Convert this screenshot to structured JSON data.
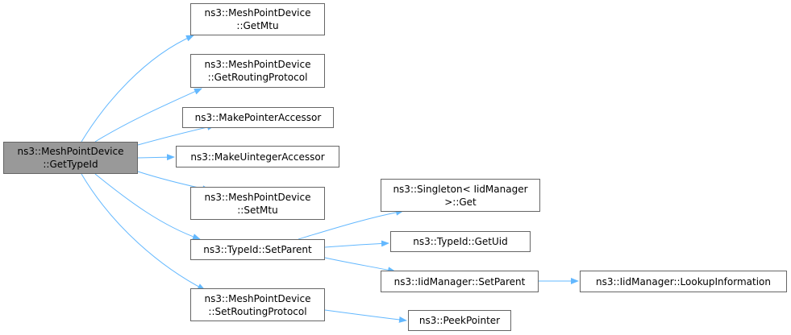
{
  "graph": {
    "colors": {
      "edge": "#63b8ff",
      "node_border": "#666666",
      "root_fill": "#999999"
    },
    "nodes": [
      {
        "id": "root",
        "lines": [
          "ns3::MeshPointDevice",
          "::GetTypeId"
        ],
        "root": true
      },
      {
        "id": "getmtu",
        "lines": [
          "ns3::MeshPointDevice",
          "::GetMtu"
        ]
      },
      {
        "id": "getrouting",
        "lines": [
          "ns3::MeshPointDevice",
          "::GetRoutingProtocol"
        ]
      },
      {
        "id": "makeptr",
        "lines": [
          "ns3::MakePointerAccessor"
        ]
      },
      {
        "id": "makeuint",
        "lines": [
          "ns3::MakeUintegerAccessor"
        ]
      },
      {
        "id": "setmtu",
        "lines": [
          "ns3::MeshPointDevice",
          "::SetMtu"
        ]
      },
      {
        "id": "setparent",
        "lines": [
          "ns3::TypeId::SetParent"
        ]
      },
      {
        "id": "setrouting",
        "lines": [
          "ns3::MeshPointDevice",
          "::SetRoutingProtocol"
        ]
      },
      {
        "id": "singleton",
        "lines": [
          "ns3::Singleton< IidManager",
          " >::Get"
        ]
      },
      {
        "id": "getuid",
        "lines": [
          "ns3::TypeId::GetUid"
        ]
      },
      {
        "id": "iidsetparent",
        "lines": [
          "ns3::IidManager::SetParent"
        ]
      },
      {
        "id": "peek",
        "lines": [
          "ns3::PeekPointer"
        ]
      },
      {
        "id": "lookup",
        "lines": [
          "ns3::IidManager::LookupInformation"
        ]
      }
    ],
    "edges": [
      [
        "root",
        "getmtu"
      ],
      [
        "root",
        "getrouting"
      ],
      [
        "root",
        "makeptr"
      ],
      [
        "root",
        "makeuint"
      ],
      [
        "root",
        "setmtu"
      ],
      [
        "root",
        "setparent"
      ],
      [
        "root",
        "setrouting"
      ],
      [
        "setparent",
        "singleton"
      ],
      [
        "setparent",
        "getuid"
      ],
      [
        "setparent",
        "iidsetparent"
      ],
      [
        "setrouting",
        "peek"
      ],
      [
        "iidsetparent",
        "lookup"
      ]
    ]
  }
}
